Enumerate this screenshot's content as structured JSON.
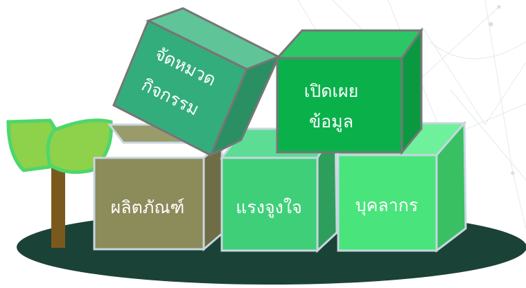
{
  "blocks": {
    "products": {
      "label": "ผลิตภัณฑ์",
      "color": "#8c8b5a"
    },
    "motivation": {
      "label": "แรงจูงใจ",
      "color": "#3fcf79"
    },
    "personnel": {
      "label": "บุคลากร",
      "color": "#49e47c"
    },
    "disclosure": {
      "label_line1": "เปิดเผย",
      "label_line2": "ข้อมูล",
      "color": "#0ab14a"
    },
    "organize": {
      "label_line1": "จัดหมวด",
      "label_line2": "กิจกรรม",
      "color": "#34ad7c"
    }
  },
  "colors": {
    "ground": "#1b4237",
    "tree_trunk": "#7a5a1c",
    "leaf": "#8ed14a",
    "leaf_outline": "#4ed66b",
    "block_outline": "#c7d6df"
  }
}
